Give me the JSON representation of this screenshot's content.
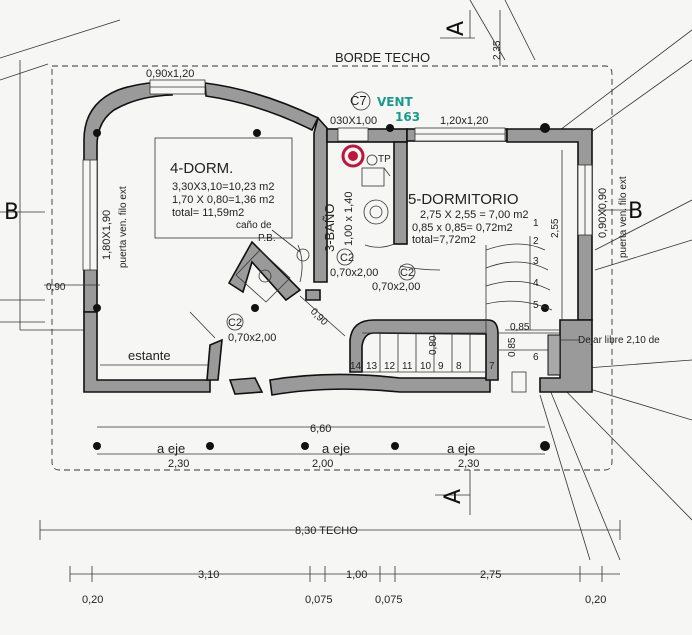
{
  "labels": {
    "roof_edge": "BORDE TECHO",
    "c7": "C7",
    "vent_line1": "VENT",
    "vent_line2": "163",
    "w_030x100": "030X1,00",
    "w_120x120": "1,20x1,20",
    "w_090x120": "0,90x1,20",
    "room4_name": "4-DORM.",
    "room4_l1": "3,30X3,10=10,23 m2",
    "room4_l2": "1,70 X 0,80=1,36 m2",
    "room4_l3": "total= 11,59m2",
    "room3_name": "3-BAÑO",
    "room3_dim": "1,00 x 1,40",
    "room5_name": "5-DORMITORIO",
    "room5_l1": "2,75 X 2,55 = 7,00 m2",
    "room5_l2": "0,85 x 0,85= 0,72m2",
    "room5_l3": "total=7,72m2",
    "pipe_l1": "caño de",
    "pipe_l2": "P.B.",
    "tp": "TP",
    "c2": "C2",
    "door_070x200": "0,70x2,00",
    "d_180x190": "1,80X1,90",
    "d_window_ext": "puerta ven. filo ext",
    "d_090x090": "0,90X0,90",
    "d_left_090": "0,90",
    "d_diag_090": "0,90",
    "d_080": "0,80",
    "d_085a": "0,85",
    "d_085b": "0,85",
    "d_255": "2,55",
    "d_235": "2,35",
    "shelf": "estante",
    "dejar_libre": "Dejar libre 2,10 de",
    "d_660": "6,60",
    "a_eje": "a eje",
    "d_230": "2,30",
    "d_200": "2,00",
    "d_830": "8,30 TECHO",
    "d_310": "3,10",
    "d_100": "1,00",
    "d_275": "2,75",
    "d_020": "0,20",
    "d_0075": "0,075",
    "section_a": "A",
    "section_b": "B"
  },
  "stair_steps": [
    "14",
    "13",
    "12",
    "11",
    "10",
    "9",
    "8",
    "7",
    "6",
    "5",
    "4",
    "3",
    "2",
    "1"
  ],
  "colors": {
    "wall": "#9a9a9a",
    "ink": "#111111",
    "annotation": "#1a9a8a",
    "marker": "#c0143c",
    "paper": "#f6f6f4"
  }
}
